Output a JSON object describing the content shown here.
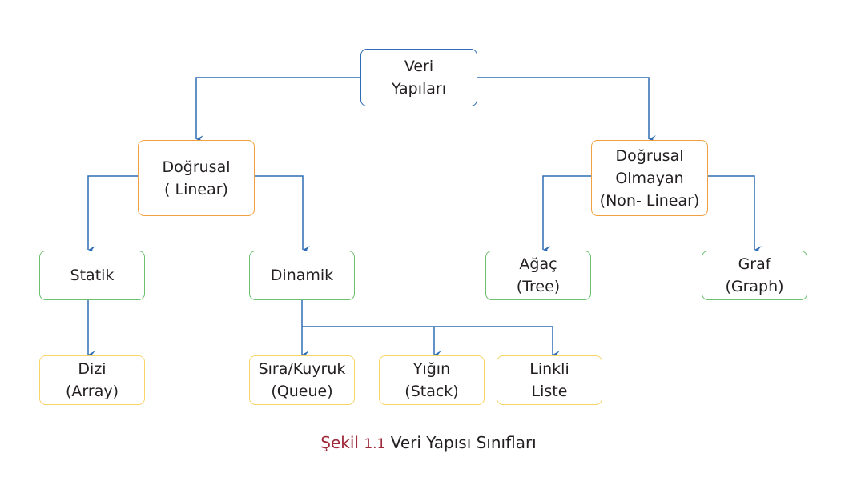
{
  "nodes": {
    "root": [
      "Veri",
      "Yapıları"
    ],
    "linear": [
      "Doğrusal",
      "( Linear)"
    ],
    "nonlinear": [
      "Doğrusal",
      "Olmayan",
      "(Non- Linear)"
    ],
    "statik": [
      "Statik"
    ],
    "dinamik": [
      "Dinamik"
    ],
    "agac": [
      "Ağaç",
      "(Tree)"
    ],
    "graf": [
      "Graf",
      "(Graph)"
    ],
    "dizi": [
      "Dizi",
      "(Array)"
    ],
    "sira": [
      "Sıra/Kuyruk",
      "(Queue)"
    ],
    "yigin": [
      "Yığın",
      "(Stack)"
    ],
    "linkli": [
      "Linkli",
      "Liste"
    ]
  },
  "caption": {
    "label": "Şekil",
    "number": "1.1",
    "title": "Veri Yapısı Sınıfları"
  },
  "colors": {
    "line": "#2e6db4",
    "root": "#2e6db4",
    "level1": "#f0a040",
    "level2": "#6cc070",
    "level3": "#f6d468",
    "caption_label": "#9e2a3a"
  }
}
